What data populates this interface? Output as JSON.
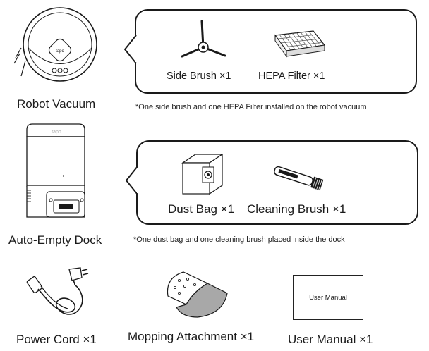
{
  "items": {
    "robot_vacuum": "Robot Vacuum",
    "side_brush": "Side Brush ×1",
    "hepa_filter": "HEPA Filter ×1",
    "note_robot": "*One side brush and one HEPA Filter installed on the robot vacuum",
    "dock": "Auto-Empty Dock",
    "dust_bag": "Dust Bag ×1",
    "cleaning_brush": "Cleaning Brush ×1",
    "note_dock": "*One dust bag and one cleaning brush placed inside the dock",
    "power_cord": "Power Cord ×1",
    "mopping": "Mopping Attachment ×1",
    "user_manual": "User Manual ×1",
    "manual_cover": "User Manual",
    "vacuum_logo": "tapo",
    "dock_logo": "tapo"
  },
  "colors": {
    "line": "#1a1a1a",
    "mop_pad": "#a8a8a8"
  },
  "icons": [
    "robot-vacuum-icon",
    "side-brush-icon",
    "hepa-filter-icon",
    "dock-icon",
    "dust-bag-icon",
    "cleaning-brush-icon",
    "power-cord-icon",
    "mopping-attachment-icon",
    "user-manual-icon"
  ]
}
